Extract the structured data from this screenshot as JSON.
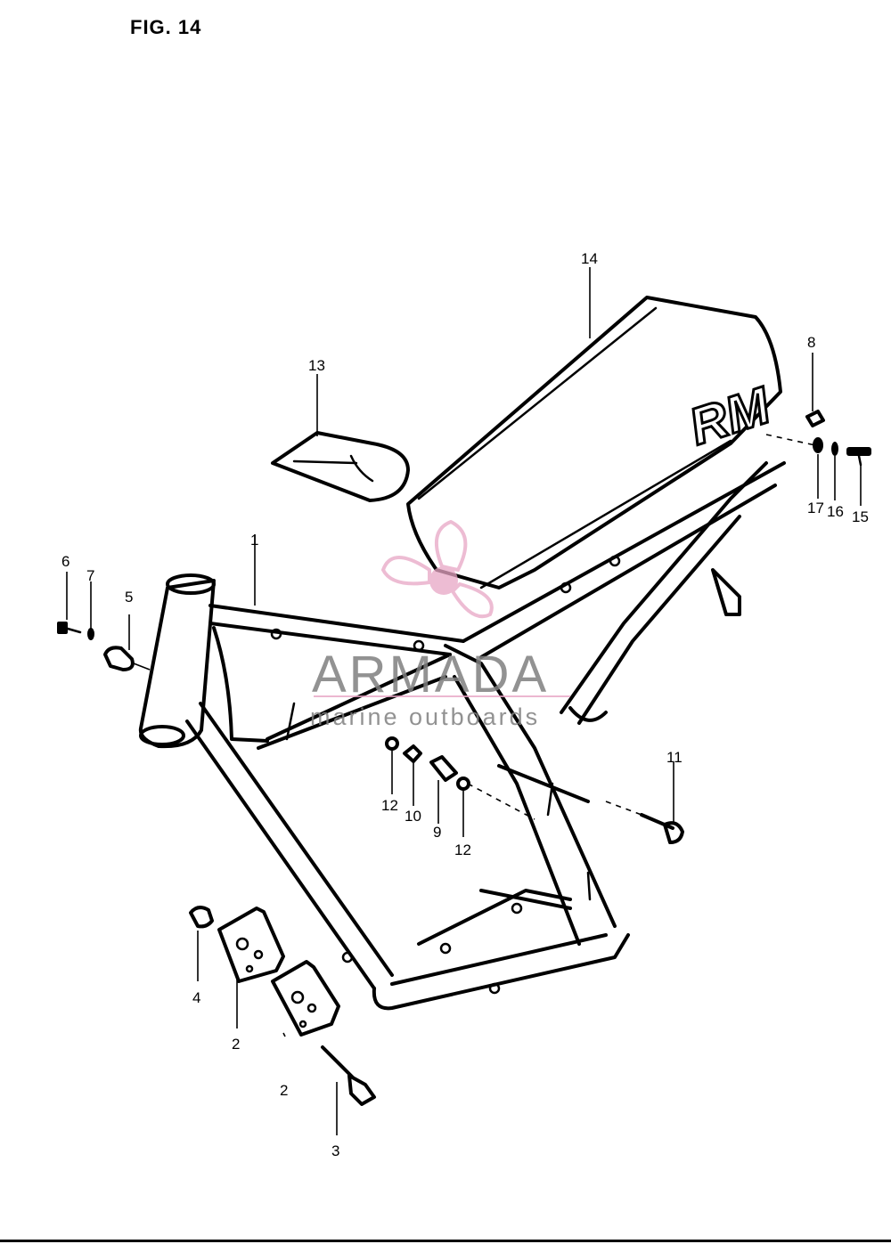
{
  "figure": {
    "title": "FIG. 14"
  },
  "seat_logo": "RM",
  "watermark": {
    "brand": "ARMADA",
    "tagline": "marine outboards",
    "accent_color": "#e8a6c5",
    "text_color": "#7f7f7f"
  },
  "callouts": {
    "p1": "1",
    "p2a": "2",
    "p2b": "2",
    "p3": "3",
    "p4": "4",
    "p5": "5",
    "p6": "6",
    "p7": "7",
    "p8": "8",
    "p9": "9",
    "p10": "10",
    "p11": "11",
    "p12a": "12",
    "p12b": "12",
    "p13": "13",
    "p14": "14",
    "p15": "15",
    "p16": "16",
    "p17": "17"
  }
}
